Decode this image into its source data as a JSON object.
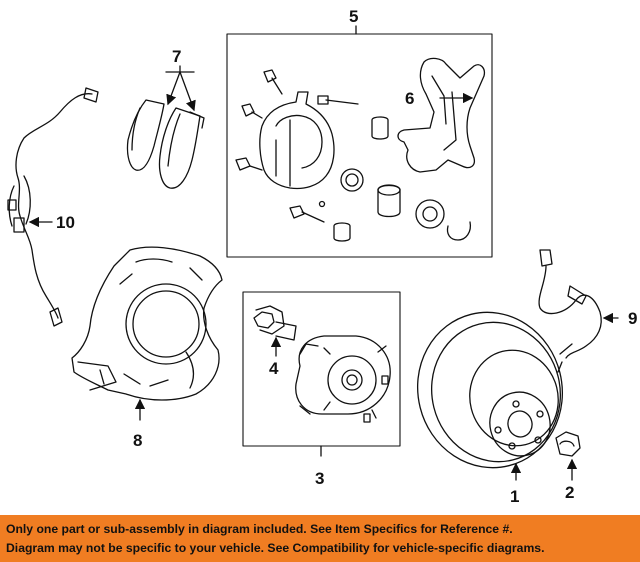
{
  "callouts": {
    "c1": "1",
    "c2": "2",
    "c3": "3",
    "c4": "4",
    "c5": "5",
    "c6": "6",
    "c7": "7",
    "c8": "8",
    "c9": "9",
    "c10": "10"
  },
  "footer": {
    "line1": "Only one part or sub-assembly in diagram included. See Item Specifics for Reference #.",
    "line2": "Diagram may not be specific to your vehicle. See Compatibility for vehicle-specific diagrams."
  },
  "colors": {
    "footer_bg": "#f07d22",
    "ink": "#111111"
  }
}
